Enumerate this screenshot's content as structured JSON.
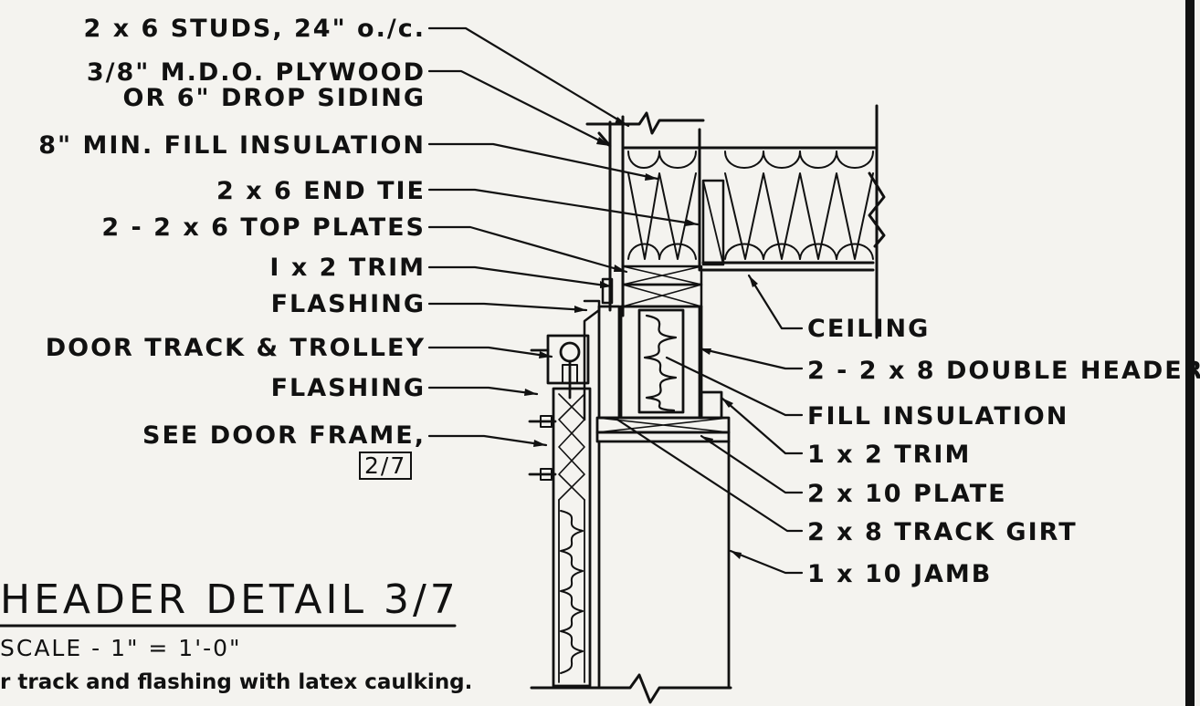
{
  "left_labels": [
    {
      "id": "studs",
      "text": "2 x 6  STUDS, 24\" o./c."
    },
    {
      "id": "plywood1",
      "text": "3/8\"  M.D.O. PLYWOOD"
    },
    {
      "id": "plywood2",
      "text": "OR  6\"  DROP SIDING"
    },
    {
      "id": "fill_ins",
      "text": "8\" MIN.  FILL  INSULATION"
    },
    {
      "id": "end_tie",
      "text": "2 x 6  END  TIE"
    },
    {
      "id": "top_plates",
      "text": "2 - 2 x 6  TOP  PLATES"
    },
    {
      "id": "trim_top",
      "text": "I  x 2  TRIM"
    },
    {
      "id": "flashing1",
      "text": "FLASHING"
    },
    {
      "id": "door_track",
      "text": "DOOR  TRACK  &  TROLLEY"
    },
    {
      "id": "flashing2",
      "text": "FLASHING"
    },
    {
      "id": "door_frame",
      "text": "SEE  DOOR  FRAME,"
    }
  ],
  "door_frame_ref": "2/7",
  "right_labels": [
    {
      "id": "ceiling",
      "text": "CEILING"
    },
    {
      "id": "double_header",
      "text": "2 - 2 x 8  DOUBLE  HEADER"
    },
    {
      "id": "fill_insulation",
      "text": "FILL  INSULATION"
    },
    {
      "id": "trim_bottom",
      "text": "1 x 2  TRIM"
    },
    {
      "id": "plate",
      "text": "2 x 10  PLATE"
    },
    {
      "id": "track_girt",
      "text": "2 x 8  TRACK  GIRT"
    },
    {
      "id": "jamb",
      "text": "1  x 10  JAMB"
    }
  ],
  "title": "HEADER  DETAIL  3/7",
  "scale": "SCALE  -  1\" = 1'-0\"",
  "note": "r  track and flashing with latex caulking."
}
